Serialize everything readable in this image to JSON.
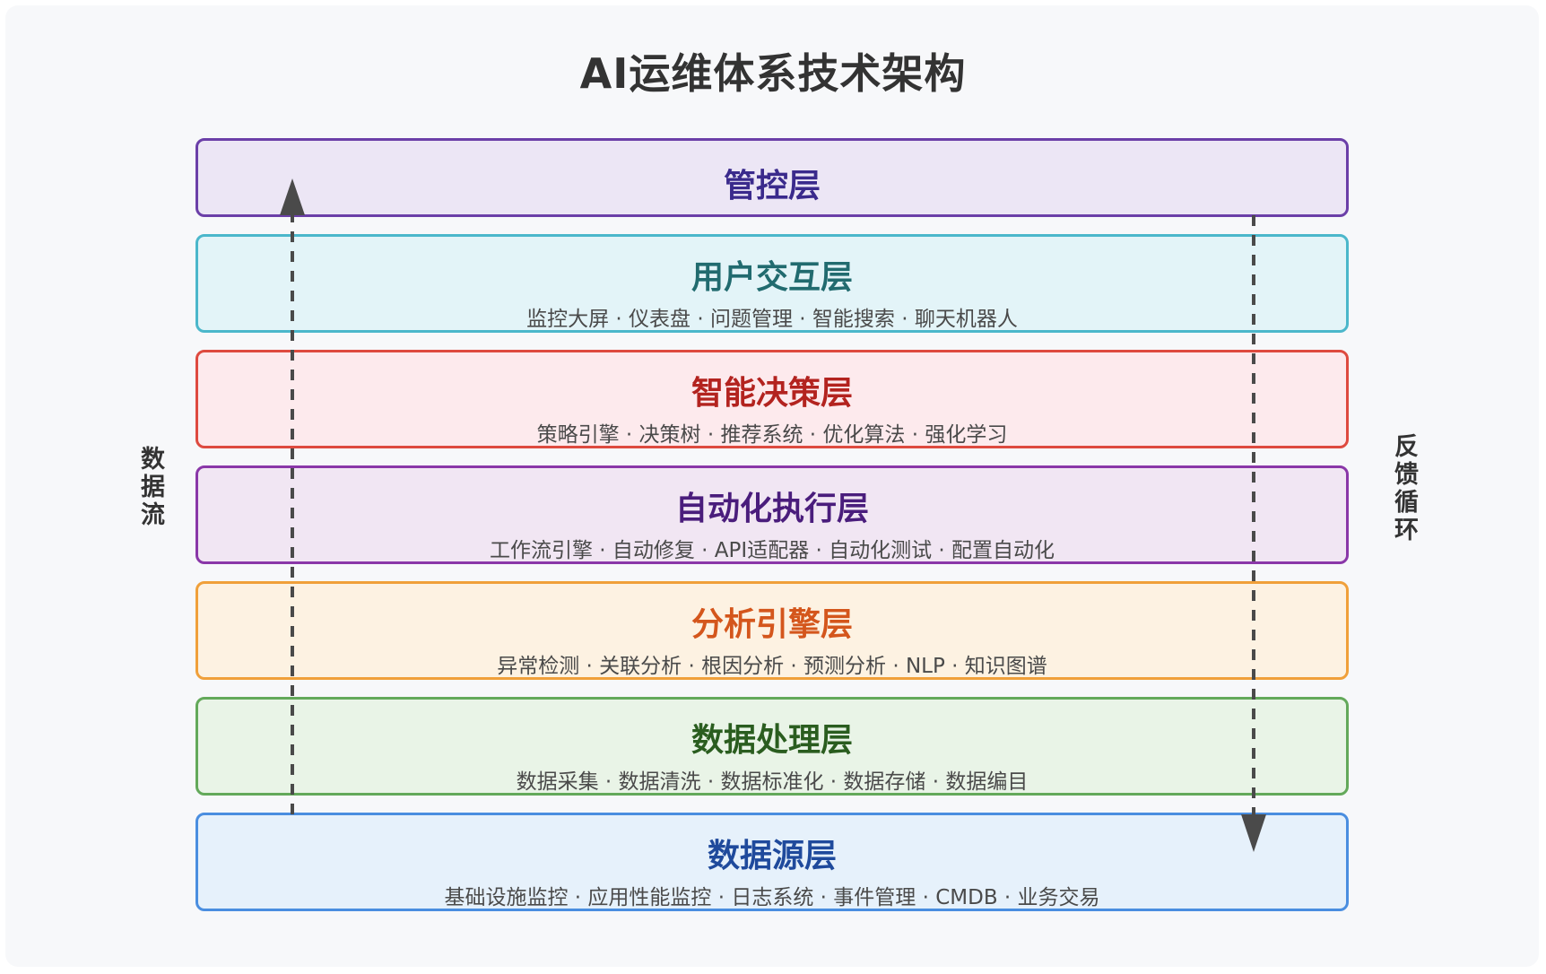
{
  "title": "AI运维体系技术架构",
  "side_labels": {
    "left": "数据流",
    "right": "反馈循环"
  },
  "layers": [
    {
      "name": "管控层",
      "description": "",
      "border": "#6b3fa8",
      "fill": "#ece6f5",
      "text_color": "#3a2a8c"
    },
    {
      "name": "用户交互层",
      "description": "监控大屏 · 仪表盘 · 问题管理 · 智能搜索 · 聊天机器人",
      "border": "#4bb7cb",
      "fill": "#e3f4f8",
      "text_color": "#216b6f"
    },
    {
      "name": "智能决策层",
      "description": "策略引擎 · 决策树 · 推荐系统 · 优化算法 · 强化学习",
      "border": "#de4a3f",
      "fill": "#fdeaed",
      "text_color": "#b3231f"
    },
    {
      "name": "自动化执行层",
      "description": "工作流引擎 · 自动修复 · API适配器 · 自动化测试 · 配置自动化",
      "border": "#8a37a8",
      "fill": "#f1e6f3",
      "text_color": "#4a1d7c"
    },
    {
      "name": "分析引擎层",
      "description": "异常检测 · 关联分析 · 根因分析 · 预测分析 · NLP · 知识图谱",
      "border": "#f0a03a",
      "fill": "#fdf2e2",
      "text_color": "#d4561c"
    },
    {
      "name": "数据处理层",
      "description": "数据采集 · 数据清洗 · 数据标准化 · 数据存储 · 数据编目",
      "border": "#63a95a",
      "fill": "#e9f4e7",
      "text_color": "#2a5d1f"
    },
    {
      "name": "数据源层",
      "description": "基础设施监控 · 应用性能监控 · 日志系统 · 事件管理 · CMDB · 业务交易",
      "border": "#4a8ee0",
      "fill": "#e6f1fb",
      "text_color": "#1f4a9c"
    }
  ]
}
